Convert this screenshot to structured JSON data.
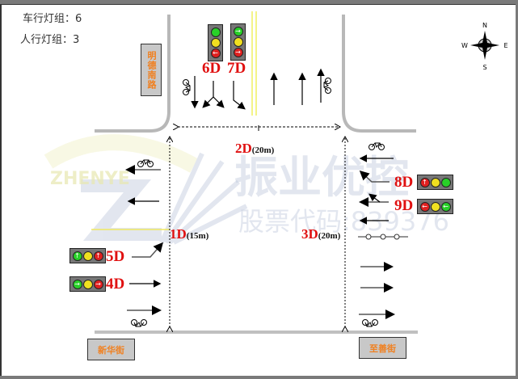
{
  "info": {
    "vehicle_groups_label": "车行灯组：6",
    "pedestrian_groups_label": "人行灯组：3"
  },
  "compass": {
    "n": "N",
    "s": "S",
    "e": "E",
    "w": "W"
  },
  "streets": {
    "north": "明德南路",
    "southwest": "新华街",
    "southeast": "至善街"
  },
  "watermark": {
    "brand_en": "ZHENYE",
    "brand_cn": "振业优控",
    "stock_code": "股票代码:839376"
  },
  "signals": [
    {
      "id": "6D",
      "label": "6D",
      "orientation": "vertical",
      "lamps": [
        "green",
        "yellow",
        "red-left"
      ]
    },
    {
      "id": "7D",
      "label": "7D",
      "orientation": "vertical",
      "lamps": [
        "green-right",
        "yellow",
        "red-right"
      ]
    },
    {
      "id": "5D",
      "label": "5D",
      "orientation": "horizontal",
      "lamps": [
        "green-up",
        "yellow",
        "red-up"
      ]
    },
    {
      "id": "4D",
      "label": "4D",
      "orientation": "horizontal",
      "lamps": [
        "green-right",
        "yellow",
        "red-right"
      ]
    },
    {
      "id": "8D",
      "label": "8D",
      "orientation": "horizontal",
      "lamps": [
        "red-up",
        "yellow",
        "green"
      ]
    },
    {
      "id": "9D",
      "label": "9D",
      "orientation": "horizontal",
      "lamps": [
        "red-left",
        "yellow",
        "green-left"
      ]
    }
  ],
  "crosswalks": [
    {
      "id": "1D",
      "label": "1D",
      "length": "(15m)"
    },
    {
      "id": "2D",
      "label": "2D",
      "length": "(20m)"
    },
    {
      "id": "3D",
      "label": "3D",
      "length": "(20m)"
    }
  ],
  "icons": {
    "arrow_up": "↑",
    "arrow_right": "→",
    "arrow_left": "←"
  }
}
